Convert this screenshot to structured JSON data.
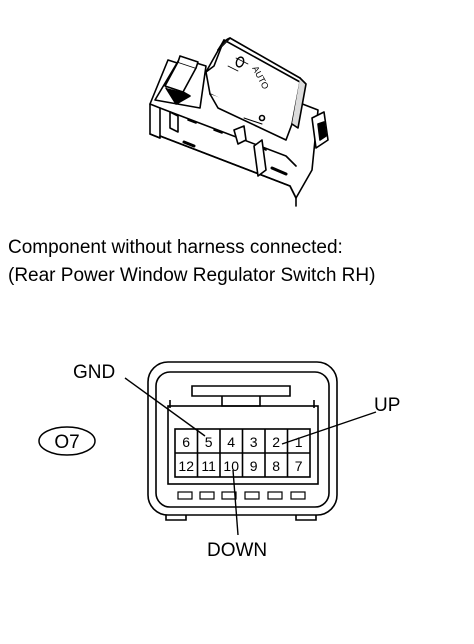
{
  "caption": {
    "line1": "Component without harness connected:",
    "line2": "(Rear Power Window Regulator Switch RH)"
  },
  "connector": {
    "code": "O7",
    "labels": {
      "gnd": "GND",
      "up": "UP",
      "down": "DOWN"
    },
    "pins_top": [
      "6",
      "5",
      "4",
      "3",
      "2",
      "1"
    ],
    "pins_bottom": [
      "12",
      "11",
      "10",
      "9",
      "8",
      "7"
    ]
  },
  "switch": {
    "button_marking": "AUTO"
  }
}
